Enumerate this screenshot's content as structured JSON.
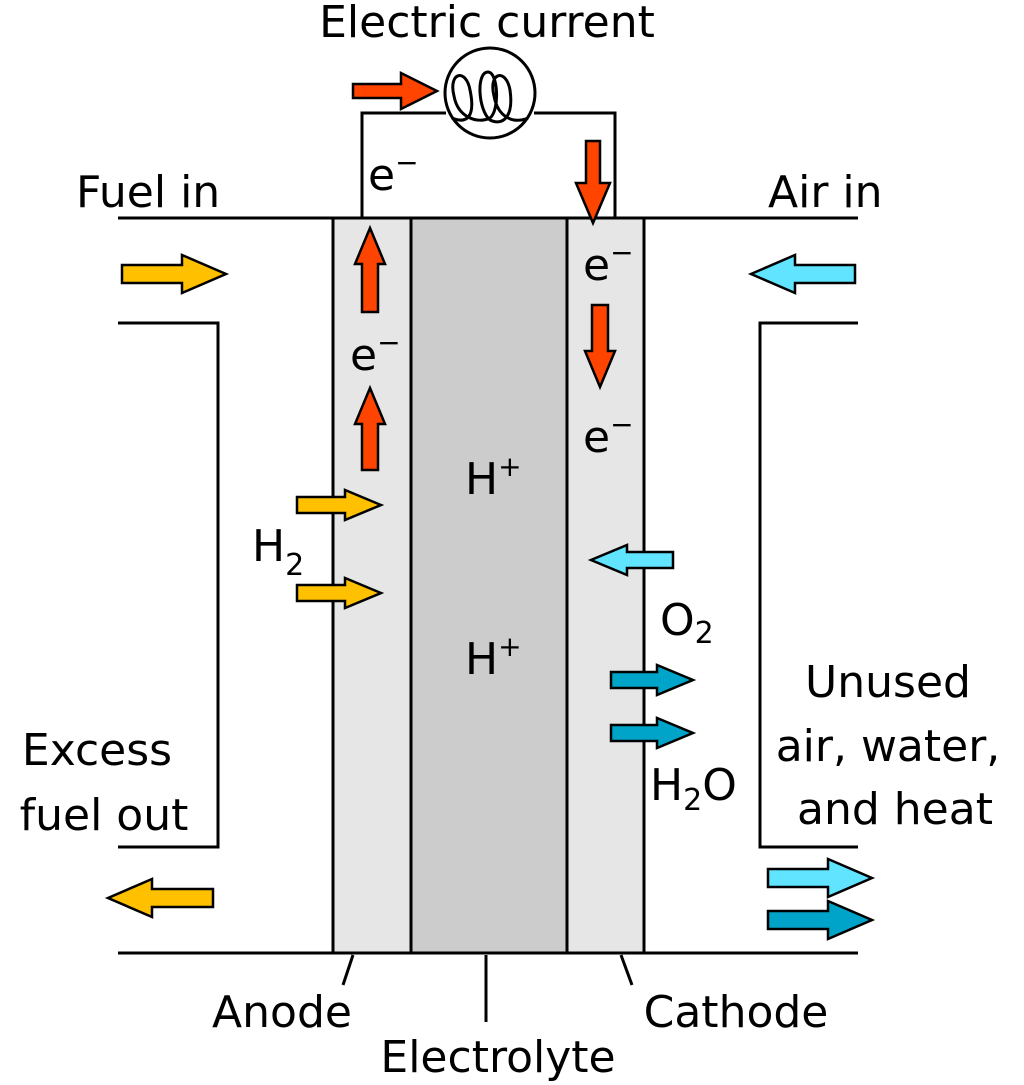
{
  "title": "Electric current",
  "labels": {
    "fuel_in": "Fuel in",
    "air_in": "Air in",
    "excess_fuel_line1": "Excess",
    "excess_fuel_line2": "fuel out",
    "unused_line1": "Unused",
    "unused_line2": "air, water,",
    "unused_line3": "and heat",
    "anode": "Anode",
    "electrolyte": "Electrolyte",
    "cathode": "Cathode"
  },
  "species": {
    "electron": {
      "main": "e",
      "sup": "−"
    },
    "proton": {
      "main": "H",
      "sup": "+"
    },
    "hydrogen": {
      "main": "H",
      "sub": "2"
    },
    "oxygen": {
      "main": "O",
      "sub": "2"
    },
    "water": {
      "main": "H",
      "sub": "2",
      "tail": "O"
    }
  },
  "colors": {
    "electron_flow": "#ff4400",
    "fuel": "#ffc000",
    "air": "#60e4ff",
    "water": "#00a4c8",
    "electrode": "#e6e6e6",
    "electrolyte": "#cccccc"
  }
}
